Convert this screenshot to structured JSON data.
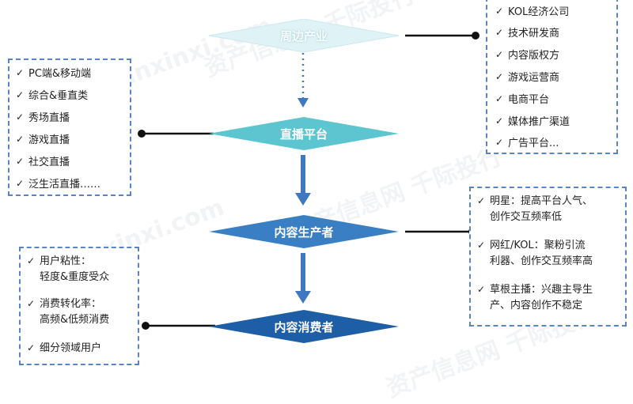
{
  "watermarks": [
    "资产信息网 千际投行",
    "zichanxinxi.com"
  ],
  "nodes": {
    "periphery": "周边产业",
    "platform": "直播平台",
    "producer": "内容生产者",
    "consumer": "内容消费者"
  },
  "right_top": {
    "items": [
      "KOL经济公司",
      "技术研发商",
      "内容版权方",
      "游戏运营商",
      "电商平台",
      "媒体推广渠道",
      "广告平台..."
    ]
  },
  "left_top": {
    "items": [
      "PC端&移动端",
      "综合&垂直类",
      "秀场直播",
      "游戏直播",
      "社交直播",
      "泛生活直播……"
    ]
  },
  "right_bottom": {
    "items": [
      {
        "line1": "明星：提高平台人气、",
        "line2": "创作交互频率低"
      },
      {
        "line1": "网红/KOL：聚粉引流",
        "line2": "利器、创作交互频率高"
      },
      {
        "line1": "草根主播：兴趣主导生",
        "line2": "产、内容创作不稳定"
      }
    ]
  },
  "left_bottom": {
    "items": [
      {
        "line1": "用户粘性：",
        "line2": "轻度&重度受众"
      },
      {
        "line1": "消费转化率：",
        "line2": "高频&低频消费"
      },
      {
        "line1": "细分领域用户",
        "line2": ""
      }
    ]
  },
  "check_glyph": "✓",
  "colors": {
    "periphery": "#dff3f7",
    "platform": "#5cc5cf",
    "producer": "#3a7fc4",
    "consumer": "#1d5ea6",
    "arrow": "#3e78c0",
    "border": "#5b84c4"
  }
}
